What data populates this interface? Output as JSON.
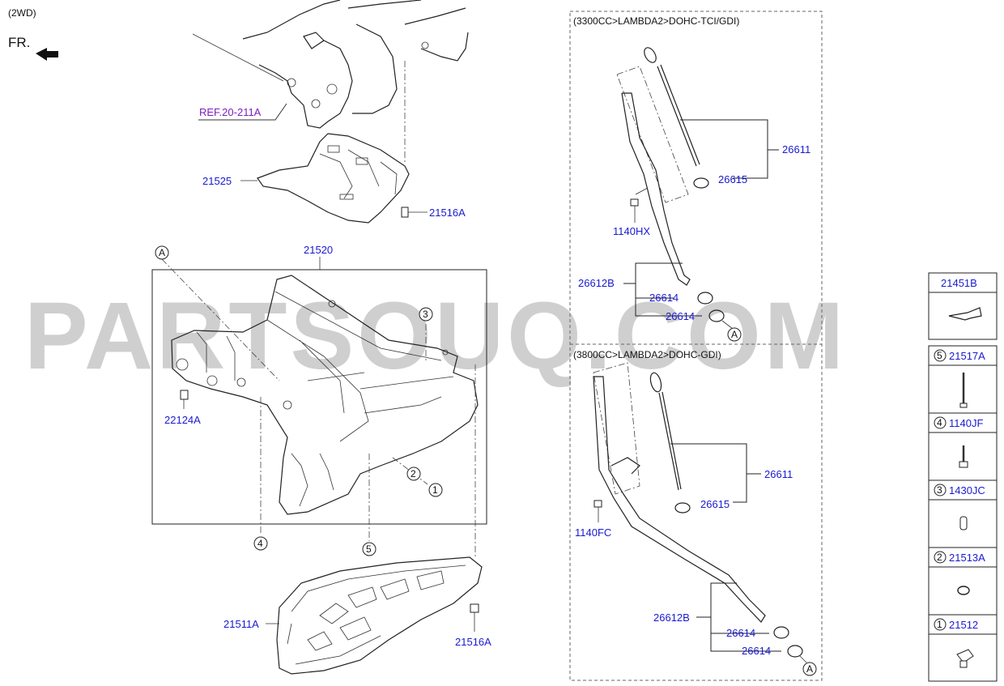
{
  "header": {
    "variant": "(2WD)",
    "front_label": "FR."
  },
  "watermark": "PARTSOUQ.COM",
  "reference": "REF.20-211A",
  "left_labels": {
    "skid_plate": "21525",
    "bolt_top": "21516A",
    "oil_pan_assy": "21520",
    "plug_left": "22124A",
    "gasket_pan": "21511A",
    "bolt_bottom": "21516A"
  },
  "callouts": {
    "c1": "1",
    "c2": "2",
    "c3": "3",
    "c4": "4",
    "c5": "5",
    "a": "A"
  },
  "variant_top": {
    "title": "(3300CC>LAMBDA2>DOHC-TCI/GDI)",
    "gauge": "26611",
    "oring": "26615",
    "bolt": "1140HX",
    "tube": "26612B",
    "seal1": "26614",
    "seal2": "26614"
  },
  "variant_bottom": {
    "title": "(3800CC>LAMBDA2>DOHC-GDI)",
    "gauge": "26611",
    "oring": "26615",
    "bolt": "1140FC",
    "tube": "26612B",
    "seal1": "26614",
    "seal2": "26614"
  },
  "legend": {
    "top": "21451B",
    "items": [
      {
        "num": "5",
        "code": "21517A",
        "icon": "long-bolt-icon"
      },
      {
        "num": "4",
        "code": "1140JF",
        "icon": "flange-bolt-icon"
      },
      {
        "num": "3",
        "code": "1430JC",
        "icon": "dowel-pin-icon"
      },
      {
        "num": "2",
        "code": "21513A",
        "icon": "washer-icon"
      },
      {
        "num": "1",
        "code": "21512",
        "icon": "drain-plug-icon"
      }
    ]
  }
}
